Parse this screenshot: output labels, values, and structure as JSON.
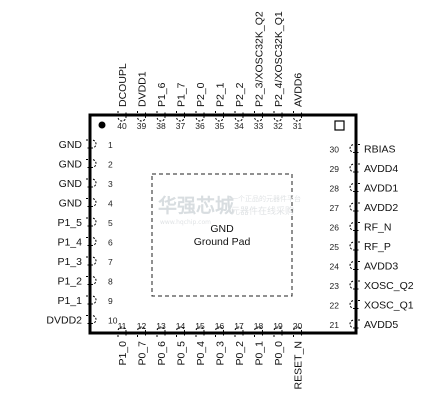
{
  "ground_pad": {
    "line1": "GND",
    "line2": "Ground Pad"
  },
  "pins": {
    "left": [
      {
        "num": "1",
        "name": "GND"
      },
      {
        "num": "2",
        "name": "GND"
      },
      {
        "num": "3",
        "name": "GND"
      },
      {
        "num": "4",
        "name": "GND"
      },
      {
        "num": "5",
        "name": "P1_5"
      },
      {
        "num": "6",
        "name": "P1_4"
      },
      {
        "num": "7",
        "name": "P1_3"
      },
      {
        "num": "8",
        "name": "P1_2"
      },
      {
        "num": "9",
        "name": "P1_1"
      },
      {
        "num": "10",
        "name": "DVDD2"
      }
    ],
    "bottom": [
      {
        "num": "11",
        "name": "P1_0"
      },
      {
        "num": "12",
        "name": "P0_7"
      },
      {
        "num": "13",
        "name": "P0_6"
      },
      {
        "num": "14",
        "name": "P0_5"
      },
      {
        "num": "15",
        "name": "P0_4"
      },
      {
        "num": "16",
        "name": "P0_3"
      },
      {
        "num": "17",
        "name": "P0_2"
      },
      {
        "num": "18",
        "name": "P0_1"
      },
      {
        "num": "19",
        "name": "P0_0"
      },
      {
        "num": "20",
        "name": "RESET_N"
      }
    ],
    "right": [
      {
        "num": "21",
        "name": "AVDD5"
      },
      {
        "num": "22",
        "name": "XOSC_Q1"
      },
      {
        "num": "23",
        "name": "XOSC_Q2"
      },
      {
        "num": "24",
        "name": "AVDD3"
      },
      {
        "num": "25",
        "name": "RF_P"
      },
      {
        "num": "26",
        "name": "RF_N"
      },
      {
        "num": "27",
        "name": "AVDD2"
      },
      {
        "num": "28",
        "name": "AVDD1"
      },
      {
        "num": "29",
        "name": "AVDD4"
      },
      {
        "num": "30",
        "name": "RBIAS"
      }
    ],
    "top": [
      {
        "num": "31",
        "name": "AVDD6"
      },
      {
        "num": "32",
        "name": "P2_4/XOSC32K_Q1"
      },
      {
        "num": "33",
        "name": "P2_3/XOSC32K_Q2"
      },
      {
        "num": "34",
        "name": "P2_2"
      },
      {
        "num": "35",
        "name": "P2_1"
      },
      {
        "num": "36",
        "name": "P2_0"
      },
      {
        "num": "37",
        "name": "P1_7"
      },
      {
        "num": "38",
        "name": "P1_6"
      },
      {
        "num": "39",
        "name": "DVDD1"
      },
      {
        "num": "40",
        "name": "DCOUPL"
      }
    ]
  },
  "watermark": {
    "brand": "华强芯城",
    "site": "www.hqchip.com",
    "tag1": "一个正品的元器件平台",
    "tag2": "元器件在线采购"
  }
}
